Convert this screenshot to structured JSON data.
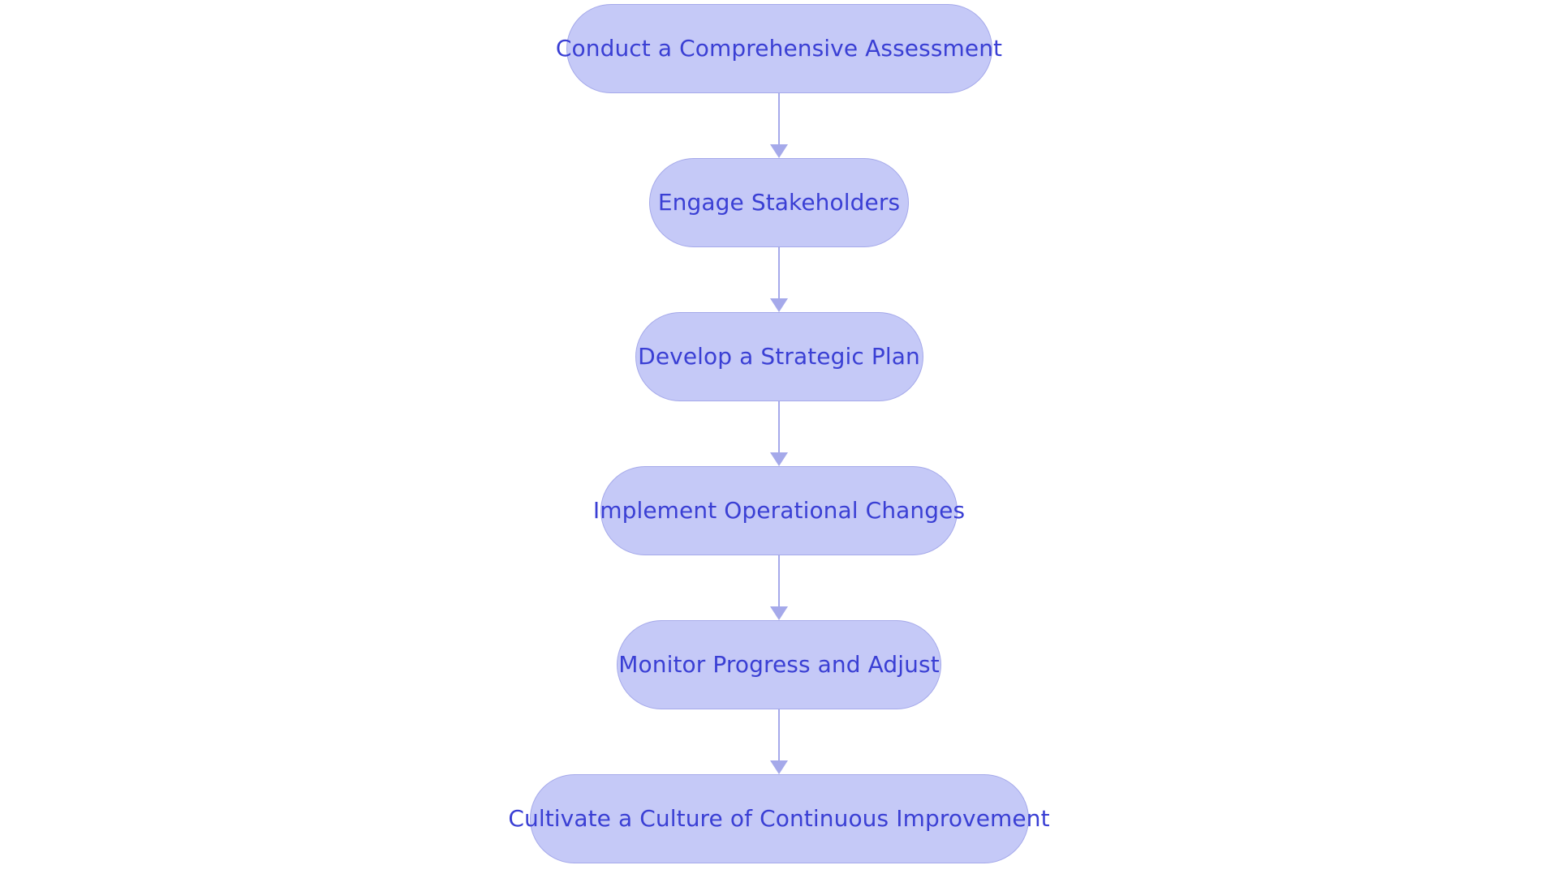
{
  "diagram": {
    "type": "flowchart",
    "orientation": "top-to-bottom",
    "background_color": "#ffffff",
    "node_fill_color": "#c5c9f7",
    "node_border_color": "#a5a9ea",
    "node_text_color": "#3a3fd4",
    "connector_color": "#a5a9ea",
    "node_shape": "stadium",
    "nodes": [
      {
        "id": "step-1",
        "label": "Conduct a Comprehensive Assessment"
      },
      {
        "id": "step-2",
        "label": "Engage Stakeholders"
      },
      {
        "id": "step-3",
        "label": "Develop a Strategic Plan"
      },
      {
        "id": "step-4",
        "label": "Implement Operational Changes"
      },
      {
        "id": "step-5",
        "label": "Monitor Progress and Adjust"
      },
      {
        "id": "step-6",
        "label": "Cultivate a Culture of Continuous Improvement"
      }
    ],
    "edges": [
      {
        "from": "step-1",
        "to": "step-2",
        "arrow": "down",
        "label": ""
      },
      {
        "from": "step-2",
        "to": "step-3",
        "arrow": "down",
        "label": ""
      },
      {
        "from": "step-3",
        "to": "step-4",
        "arrow": "down",
        "label": ""
      },
      {
        "from": "step-4",
        "to": "step-5",
        "arrow": "down",
        "label": ""
      },
      {
        "from": "step-5",
        "to": "step-6",
        "arrow": "down",
        "label": ""
      }
    ]
  }
}
